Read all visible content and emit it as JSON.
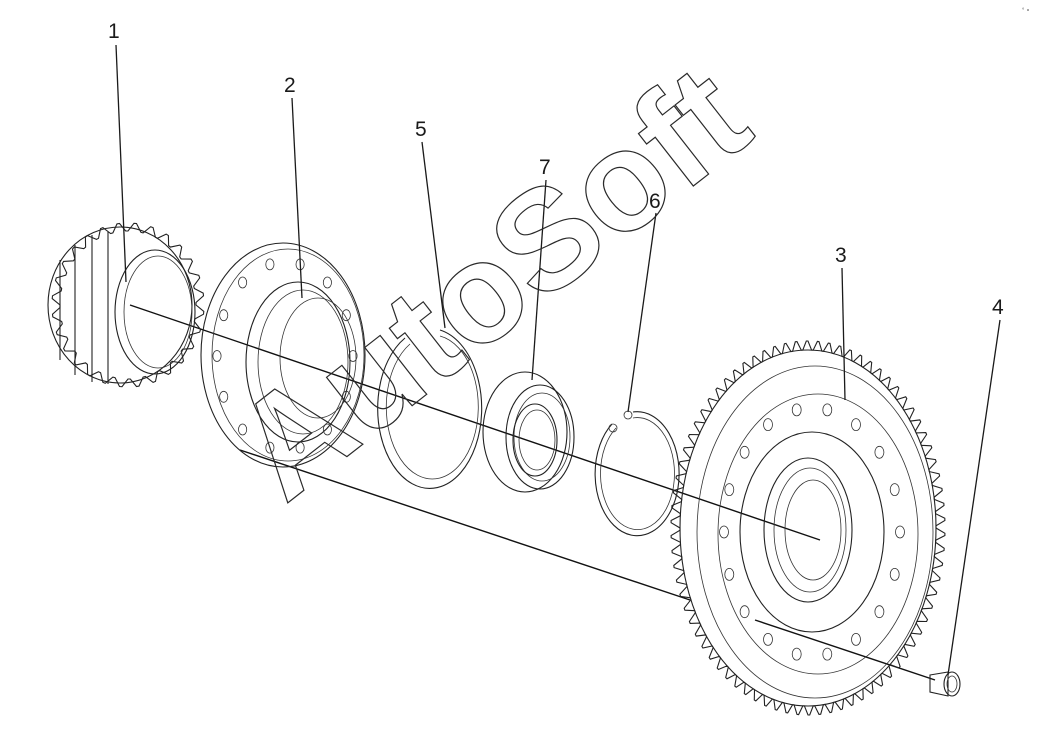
{
  "callouts": [
    {
      "id": "1",
      "label": "1"
    },
    {
      "id": "2",
      "label": "2"
    },
    {
      "id": "5",
      "label": "5"
    },
    {
      "id": "7",
      "label": "7"
    },
    {
      "id": "6",
      "label": "6"
    },
    {
      "id": "3",
      "label": "3"
    },
    {
      "id": "4",
      "label": "4"
    }
  ],
  "watermark": {
    "text": "AutoSoft"
  },
  "parts": [
    {
      "callout": "1",
      "name": "splined-gear"
    },
    {
      "callout": "2",
      "name": "flanged-ring"
    },
    {
      "callout": "5",
      "name": "split-ring"
    },
    {
      "callout": "7",
      "name": "bearing"
    },
    {
      "callout": "6",
      "name": "circlip"
    },
    {
      "callout": "3",
      "name": "large-gear"
    },
    {
      "callout": "4",
      "name": "bolt"
    }
  ]
}
